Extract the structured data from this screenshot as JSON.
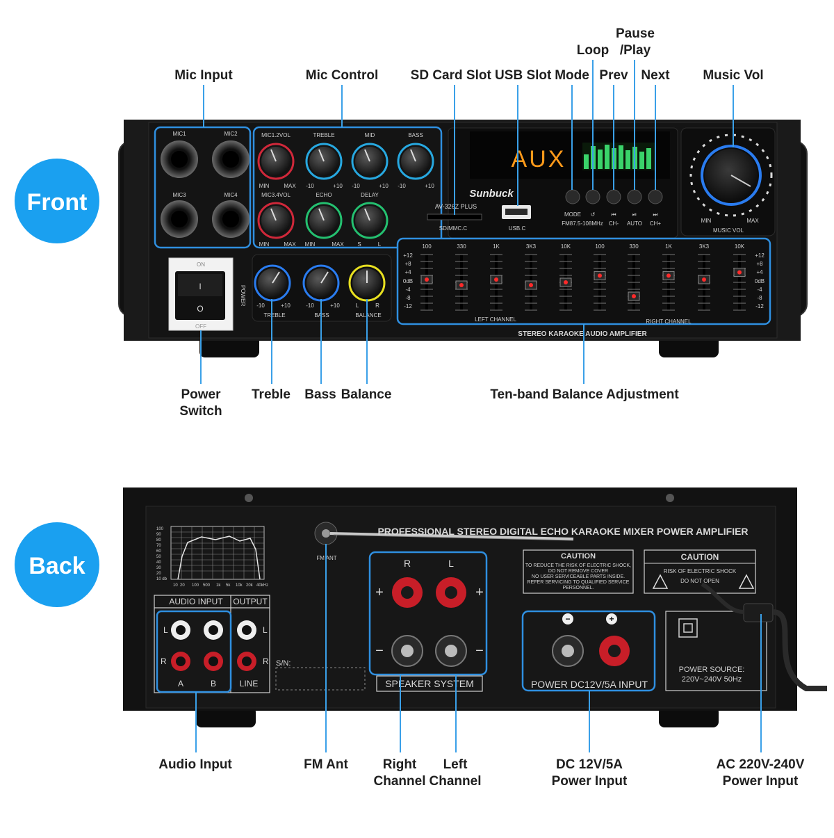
{
  "badges": {
    "front": "Front",
    "back": "Back"
  },
  "front_labels": {
    "mic_input": "Mic Input",
    "mic_control": "Mic Control",
    "sd_usb": "SD Card Slot USB Slot",
    "mode": "Mode",
    "loop": "Loop",
    "prev": "Prev",
    "pause_1": "Pause",
    "pause_2": "/Play",
    "next": "Next",
    "music_vol": "Music Vol",
    "power_switch_1": "Power",
    "power_switch_2": "Switch",
    "treble": "Treble",
    "bass": "Bass",
    "balance": "Balance",
    "ten_band": "Ten-band Balance Adjustment"
  },
  "back_labels": {
    "audio_input": "Audio Input",
    "fm_ant": "FM Ant",
    "right_1": "Right",
    "right_2": "Channel",
    "left_1": "Left",
    "left_2": "Channel",
    "dc_1": "DC 12V/5A",
    "dc_2": "Power Input",
    "ac_1": "AC 220V-240V",
    "ac_2": "Power Input"
  },
  "front_panel": {
    "mic_jacks": [
      "MIC1",
      "MIC2",
      "MIC3",
      "MIC4"
    ],
    "mic_knobs_row1": [
      "MIC1.2VOL",
      "TREBLE",
      "MID",
      "BASS"
    ],
    "mic_knobs_row2": [
      "MIC3.4VOL",
      "ECHO",
      "DELAY"
    ],
    "range_min": "MIN",
    "range_max": "MAX",
    "range_m10": "-10",
    "range_p10": "+10",
    "range_s": "S",
    "range_l": "L",
    "range_r": "R",
    "display": "AUX",
    "brand": "Sunbuck",
    "model": "AV-326Z PLUS",
    "sd_label": "SD/MMC.C",
    "usb_label": "USB.C",
    "button_labels": [
      "MODE",
      "↺",
      "⏮",
      "⏯",
      "⏭"
    ],
    "fm_strip": [
      "FM87.5-108MHz",
      "CH-",
      "AUTO",
      "CH+"
    ],
    "music_vol": "MUSIC VOL",
    "power_on": "ON",
    "power_off": "OFF",
    "power_text": "POWER",
    "bottom_knobs": [
      "TREBLE",
      "BASS",
      "BALANCE"
    ],
    "eq_freqs": [
      "100",
      "330",
      "1K",
      "3K3",
      "10K",
      "100",
      "330",
      "1K",
      "3K3",
      "10K"
    ],
    "eq_scale": [
      "+12",
      "+8",
      "+4",
      "0dB",
      "-4",
      "-8",
      "-12"
    ],
    "eq_left": "LEFT CHANNEL",
    "eq_right": "RIGHT CHANNEL",
    "footer": "STEREO KARAOKE AUDIO AMPLIFIER"
  },
  "back_panel": {
    "top_text": "PROFESSIONAL STEREO DIGITAL ECHO KARAOKE MIXER POWER AMPLIFIER",
    "fm_ant": "FM ANT",
    "graph_y": [
      "100",
      "90",
      "80",
      "70",
      "60",
      "50",
      "40",
      "30",
      "20",
      "10 db"
    ],
    "graph_x": [
      "10",
      "20",
      "100",
      "500",
      "1k",
      "5k",
      "10k",
      "20k",
      "40kHz"
    ],
    "audio_input": "AUDIO INPUT",
    "output": "OUTPUT",
    "a": "A",
    "b": "B",
    "line": "LINE",
    "l": "L",
    "r": "R",
    "sn": "S/N:",
    "spk_r": "R",
    "spk_l": "L",
    "plus": "+",
    "minus": "−",
    "speaker_system": "SPEAKER SYSTEM",
    "caution": "CAUTION",
    "caution_lines": [
      "TO REDUCE THE RISK OF ELECTRIC SHOCK,",
      "DO NOT REMOVE COVER",
      "NO USER SERVICEABLE PARTS INSIDE.",
      "REFER SERVICING TO QUALIFIED SERVICE",
      "PERSONNEL."
    ],
    "caution2": "CAUTION",
    "caution2_lines": [
      "RISK OF ELECTRIC SHOCK",
      "DO NOT OPEN"
    ],
    "dc_input": "POWER DC12V/5A INPUT",
    "power_source_1": "POWER SOURCE:",
    "power_source_2": "220V~240V  50Hz"
  },
  "colors": {
    "badge": "#1aa0f0",
    "highlight": "#2f8fe0",
    "leader": "#3aa0e8",
    "chassis": "#141414"
  },
  "eq_levels": [
    0.55,
    0.45,
    0.55,
    0.45,
    0.5,
    0.62,
    0.25,
    0.62,
    0.55,
    0.68
  ]
}
